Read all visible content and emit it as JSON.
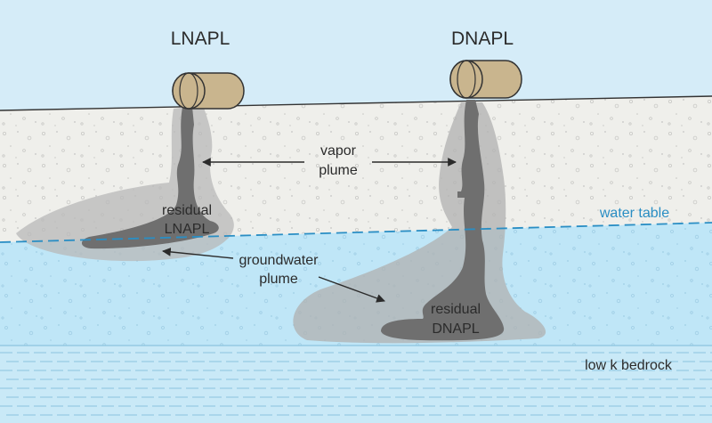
{
  "labels": {
    "lnapl_title": "LNAPL",
    "dnapl_title": "DNAPL",
    "vapor_line1": "vapor",
    "vapor_line2": "plume",
    "residual_lnapl_line1": "residual",
    "residual_lnapl_line2": "LNAPL",
    "water_table": "water table",
    "groundwater_line1": "groundwater",
    "groundwater_line2": "plume",
    "residual_dnapl_line1": "residual",
    "residual_dnapl_line2": "DNAPL",
    "bedrock": "low k bedrock"
  },
  "colors": {
    "sky": "#d5ecf8",
    "soil": "#efefeb",
    "groundwater": "#bfe6f7",
    "bedrock": "#c9e9f7",
    "vapor": "#bdbdbd",
    "napl": "#6f6f6f",
    "tank": "#c9b58e",
    "water_table_line": "#2a8ec4",
    "text": "#2b2b2b"
  }
}
